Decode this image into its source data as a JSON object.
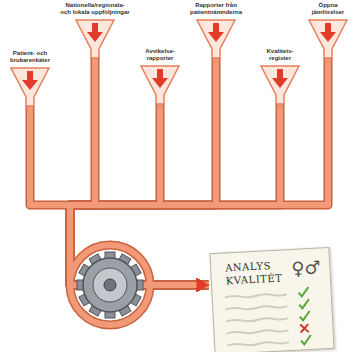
{
  "diagram": {
    "nodes": [
      {
        "text": [
          "Patient- och brukarenkäter"
        ]
      },
      {
        "text": [
          "Nationella/regionala- och lokala uppföljningar"
        ]
      },
      {
        "text": [
          "Avvikelse-rapporter"
        ]
      },
      {
        "text": [
          "Rapporter från patientnämnderna"
        ]
      },
      {
        "text": [
          "Kvalitets-register"
        ]
      },
      {
        "text": [
          "Öppna jämförelser"
        ]
      },
      {
        "text": [
          "ANALYS KVALITÉT",
          "♀♂"
        ]
      }
    ],
    "edges": [
      {
        "from": 0,
        "to": 6,
        "arrow": "to"
      },
      {
        "from": 1,
        "to": 6,
        "arrow": "to"
      },
      {
        "from": 2,
        "to": 6,
        "arrow": "to"
      },
      {
        "from": 3,
        "to": 6,
        "arrow": "to"
      },
      {
        "from": 4,
        "to": 6,
        "arrow": "to"
      },
      {
        "from": 5,
        "to": 6,
        "arrow": "to"
      }
    ]
  }
}
